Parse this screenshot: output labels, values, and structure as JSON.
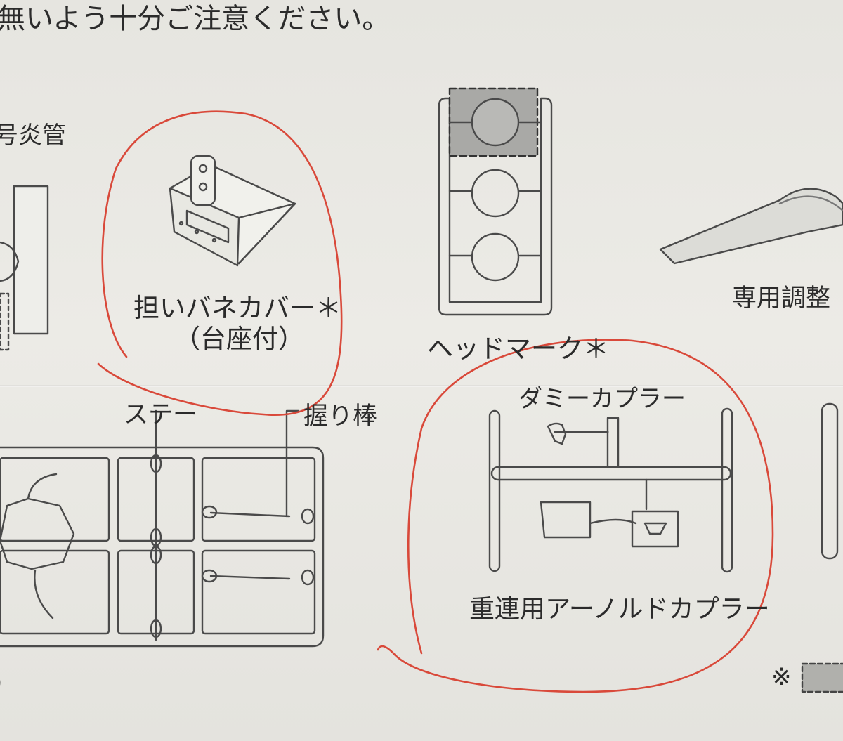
{
  "header": {
    "caution_text": "無いよう十分ご注意ください。"
  },
  "labels": {
    "tube_partial": "号炎管",
    "spring_cover_line1": "担いバネカバー＊",
    "spring_cover_line2": "（台座付）",
    "head_mark": "ヘッドマーク＊",
    "adjust_tool_partial": "専用調整",
    "paren_left": "）",
    "stay": "ステー",
    "grip_bar": "握り棒",
    "dummy_coupler": "ダミーカプラー",
    "arnold_coupler": "重連用アーノルドカプラー",
    "note_mark": "※",
    "paren_bottom": "）"
  },
  "colors": {
    "annotation": "#d9493a",
    "line_art": "#4a4a4a",
    "paper": "#e9e8e3",
    "shade": "#9a9a9a"
  }
}
